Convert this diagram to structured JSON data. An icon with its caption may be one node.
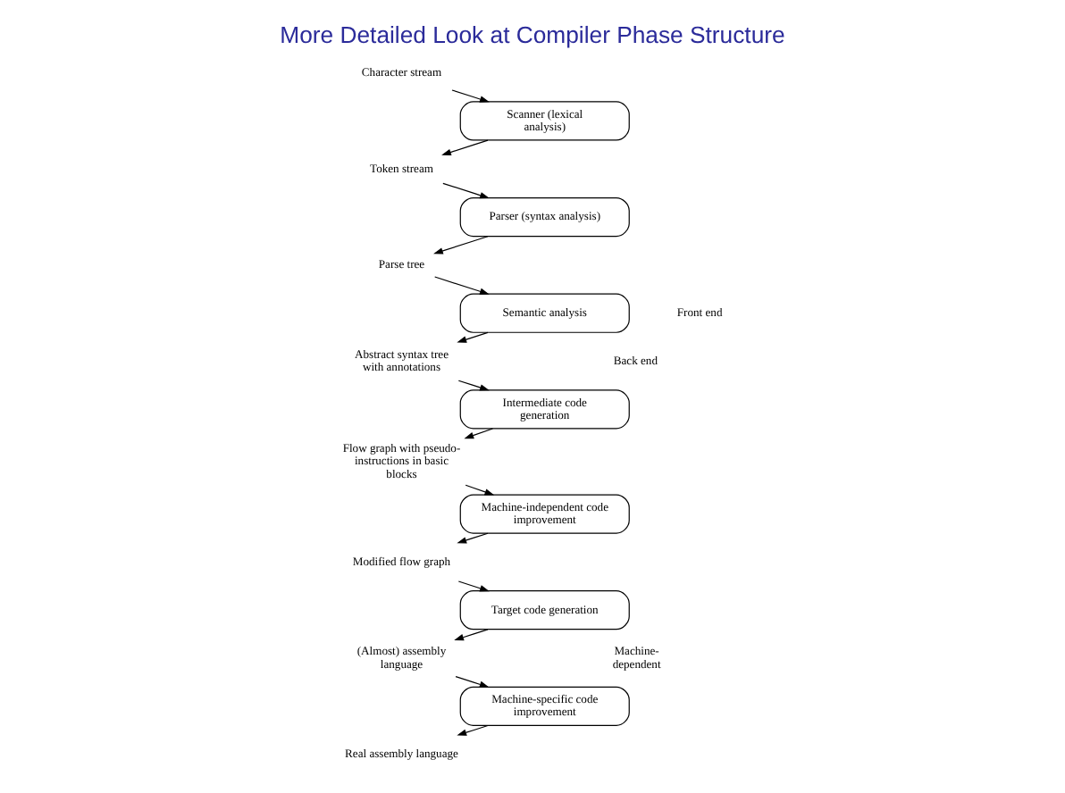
{
  "diagram": {
    "title": "More Detailed Look at Compiler Phase Structure",
    "nodes": [
      {
        "text": [
          "Character stream"
        ]
      },
      {
        "text": [
          "Scanner (lexical analysis)"
        ]
      },
      {
        "text": [
          "Token stream"
        ]
      },
      {
        "text": [
          "Parser (syntax analysis)"
        ]
      },
      {
        "text": [
          "Parse tree"
        ]
      },
      {
        "text": [
          "Semantic analysis"
        ]
      },
      {
        "text": [
          "Abstract syntax tree with annotations"
        ]
      },
      {
        "text": [
          "Intermediate code generation"
        ]
      },
      {
        "text": [
          "Flow graph with pseudo-instructions in basic blocks"
        ]
      },
      {
        "text": [
          "Machine-independent code improvement"
        ]
      },
      {
        "text": [
          "Modified flow graph"
        ]
      },
      {
        "text": [
          "Target code generation"
        ]
      },
      {
        "text": [
          "(Almost) assembly language"
        ]
      },
      {
        "text": [
          "Machine-specific code improvement"
        ]
      },
      {
        "text": [
          "Real assembly language"
        ]
      }
    ],
    "edges": [
      {
        "from": 0,
        "to": 1,
        "arrow": "to"
      },
      {
        "from": 1,
        "to": 2,
        "arrow": "to"
      },
      {
        "from": 2,
        "to": 3,
        "arrow": "to"
      },
      {
        "from": 3,
        "to": 4,
        "arrow": "to"
      },
      {
        "from": 4,
        "to": 5,
        "arrow": "to"
      },
      {
        "from": 5,
        "to": 6,
        "arrow": "to"
      },
      {
        "from": 6,
        "to": 7,
        "arrow": "to"
      },
      {
        "from": 7,
        "to": 8,
        "arrow": "to"
      },
      {
        "from": 8,
        "to": 9,
        "arrow": "to"
      },
      {
        "from": 9,
        "to": 10,
        "arrow": "to"
      },
      {
        "from": 10,
        "to": 11,
        "arrow": "to"
      },
      {
        "from": 11,
        "to": 12,
        "arrow": "to"
      },
      {
        "from": 12,
        "to": 13,
        "arrow": "to"
      },
      {
        "from": 13,
        "to": 14,
        "arrow": "to"
      }
    ],
    "labels": [
      "Front end",
      "Back end",
      "Machine-dependent"
    ]
  }
}
